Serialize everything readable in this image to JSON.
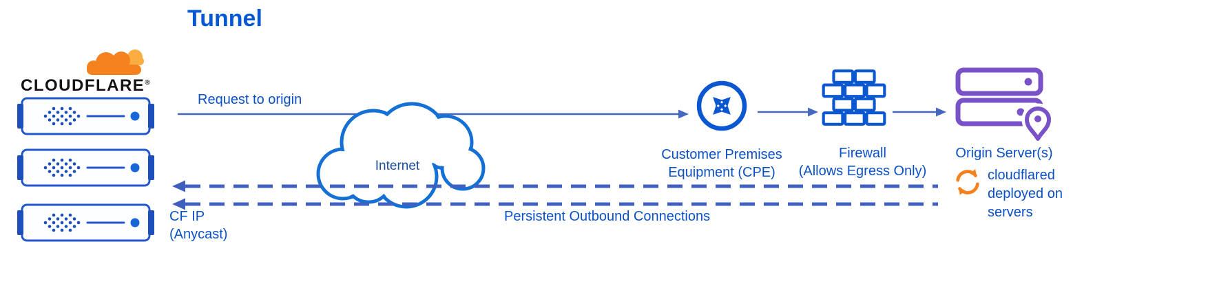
{
  "title": "Tunnel",
  "logo": {
    "text": "CLOUDFLARE",
    "registered": "®"
  },
  "labels": {
    "request_to_origin": "Request to origin",
    "internet": "Internet",
    "cpe": {
      "line1": "Customer Premises",
      "line2": "Equipment (CPE)"
    },
    "firewall": {
      "line1": "Firewall",
      "line2": "(Allows Egress Only)"
    },
    "origin_servers": "Origin Server(s)",
    "cloudflared": {
      "line1": "cloudflared",
      "line2": "deployed on",
      "line3": "servers"
    },
    "persistent": "Persistent Outbound Connections",
    "cf_ip": {
      "line1": "CF IP",
      "line2": "(Anycast)"
    }
  },
  "icons": {
    "logo": "cloudflare-cloud-icon",
    "edge": "server-rack-icon",
    "internet": "cloud-icon",
    "cpe": "router-icon",
    "firewall": "brick-wall-icon",
    "origin": "server-stack-with-pin-icon",
    "cloudflared": "sync-arrows-icon"
  },
  "colors": {
    "cf_orange": "#F6821F",
    "cf_orange_light": "#FBAD41",
    "title_blue": "#0657D2",
    "label_blue": "#0B51C6",
    "icon_blue": "#0B57D0",
    "cloud_blue": "#1570D6",
    "arrow_blue": "#4667C0",
    "dash_blue": "#4060BF",
    "server_blue": "#2257CC",
    "server_dark": "#1D4FBA",
    "origin_purple": "#7A52C8",
    "internet_navy": "#1D4D9C",
    "logo_ink": "#141414"
  }
}
